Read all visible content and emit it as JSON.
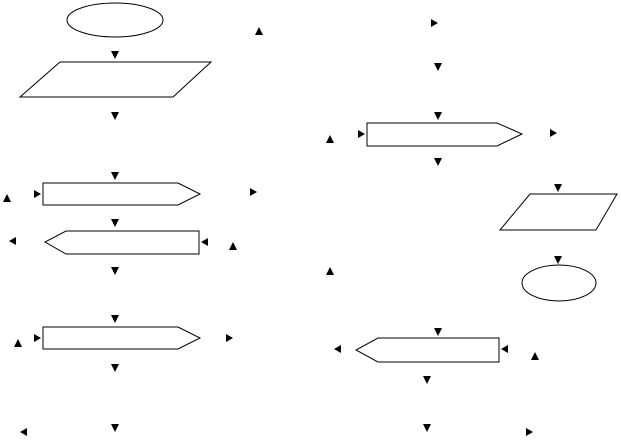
{
  "diagram": {
    "type": "flowchart",
    "colors": {
      "stroke": "#000000",
      "fill": "#ffffff",
      "background": "#ffffff"
    },
    "shapes": [
      {
        "id": "start-terminal",
        "kind": "terminal",
        "label": ""
      },
      {
        "id": "input-parallelogram",
        "kind": "io",
        "label": ""
      },
      {
        "id": "loop-a",
        "kind": "loop-right",
        "label": ""
      },
      {
        "id": "loop-a-end",
        "kind": "loop-left",
        "label": ""
      },
      {
        "id": "loop-b",
        "kind": "loop-right",
        "label": ""
      },
      {
        "id": "loop-c",
        "kind": "loop-right",
        "label": ""
      },
      {
        "id": "output-parallelogram",
        "kind": "io",
        "label": ""
      },
      {
        "id": "end-terminal",
        "kind": "terminal",
        "label": ""
      },
      {
        "id": "loop-c-end",
        "kind": "loop-left",
        "label": ""
      }
    ]
  }
}
